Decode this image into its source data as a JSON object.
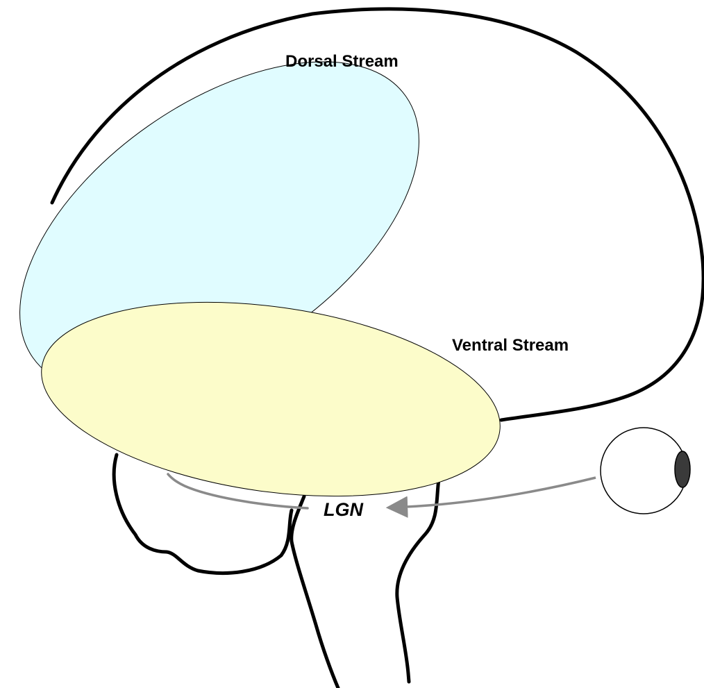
{
  "labels": {
    "dorsal": "Dorsal Stream",
    "ventral": "Ventral Stream",
    "lgn": "LGN"
  },
  "colors": {
    "outline": "#000000",
    "dorsal_fill": "#e0fcff",
    "ventral_fill": "#fcfcca",
    "pathway": "#8a8a8a",
    "pupil": "#3a3a3a",
    "background": "#ffffff"
  }
}
